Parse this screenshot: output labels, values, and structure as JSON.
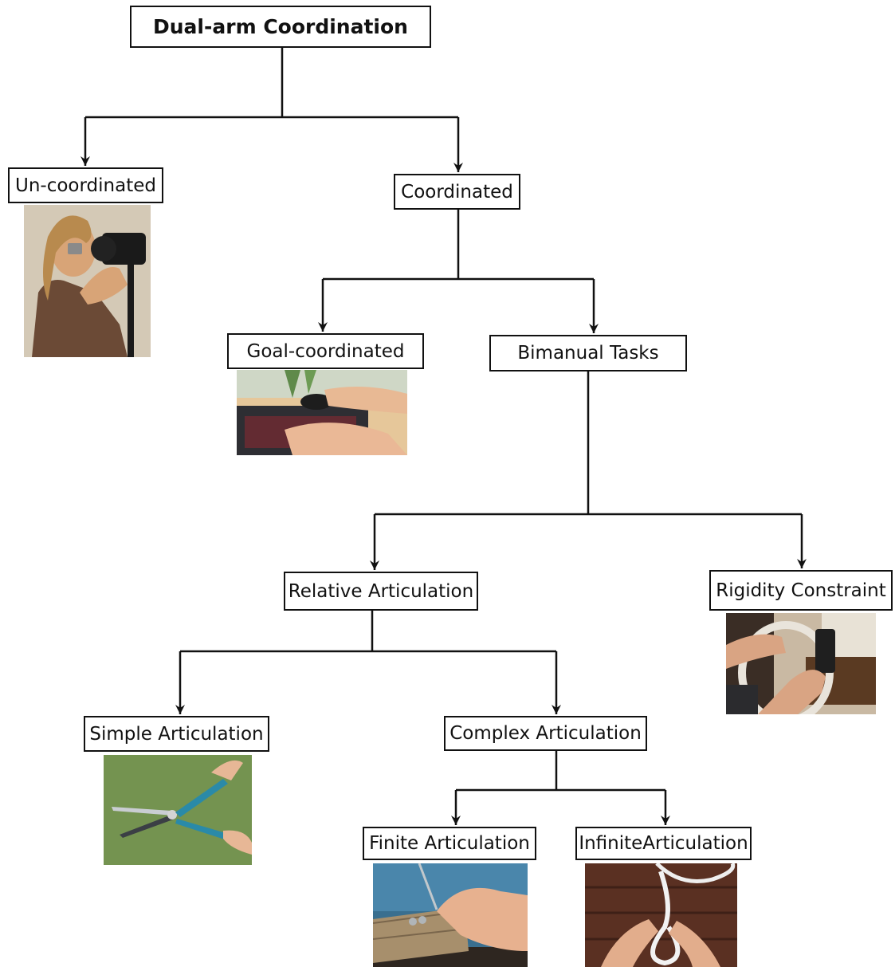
{
  "nodes": {
    "root": "Dual-arm Coordination",
    "uncoordinated": "Un-coordinated",
    "coordinated": "Coordinated",
    "goal_coordinated": "Goal-coordinated",
    "bimanual_tasks": "Bimanual Tasks",
    "relative_articulation": "Relative Articulation",
    "rigidity_constraint": "Rigidity Constraint",
    "simple_articulation": "Simple Articulation",
    "complex_articulation": "Complex Articulation",
    "finite_articulation": "Finite Articulation",
    "infinite_articulation": "InfiniteArticulation"
  },
  "colors": {
    "line": "#111111",
    "box_border": "#111111"
  },
  "photos": {
    "uncoordinated": "woman-phone-camera-photo",
    "goal_coordinated": "hands-mouse-keyboard-photo",
    "rigidity_constraint": "hands-steering-wheel-photo",
    "simple_articulation": "hedge-shears-photo",
    "finite_articulation": "hand-screwdriver-photo",
    "infinite_articulation": "hands-tying-rope-photo"
  }
}
